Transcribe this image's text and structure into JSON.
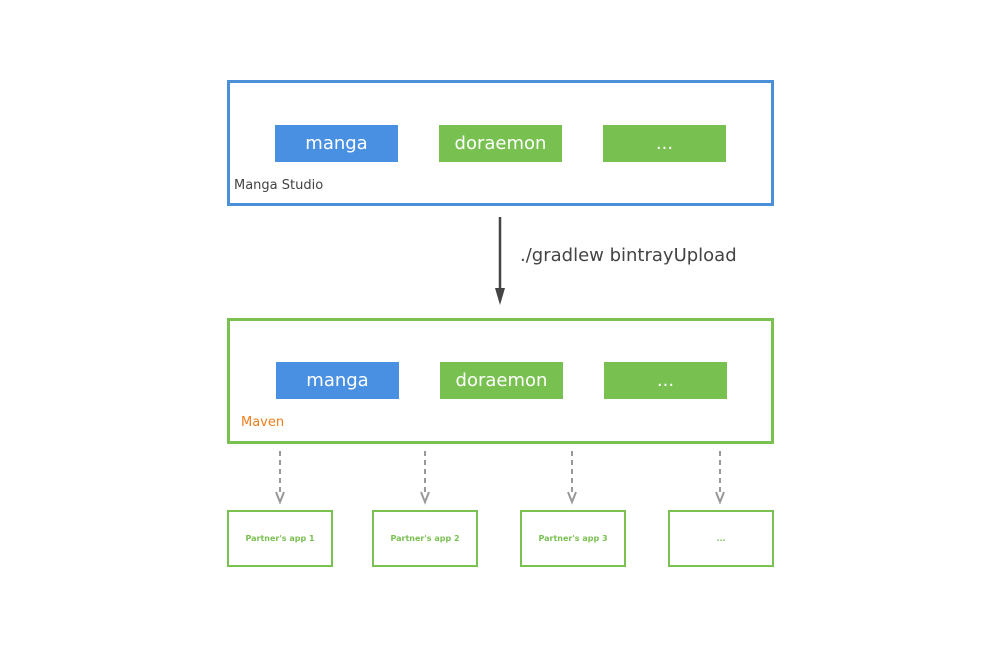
{
  "studio": {
    "label": "Manga Studio",
    "modules": [
      {
        "label": "manga",
        "color": "#4a90e2"
      },
      {
        "label": "doraemon",
        "color": "#78c150"
      },
      {
        "label": "...",
        "color": "#78c150"
      }
    ]
  },
  "command": {
    "label": "./gradlew bintrayUpload"
  },
  "maven": {
    "label": "Maven",
    "modules": [
      {
        "label": "manga",
        "color": "#4a90e2"
      },
      {
        "label": "doraemon",
        "color": "#78c150"
      },
      {
        "label": "...",
        "color": "#78c150"
      }
    ]
  },
  "partners": [
    {
      "label": "Partner's app 1"
    },
    {
      "label": "Partner's app 2"
    },
    {
      "label": "Partner's app 3"
    },
    {
      "label": "..."
    }
  ],
  "colors": {
    "studio_border": "#4a90d9",
    "maven_border": "#7ac152",
    "maven_label": "#f07d1b",
    "arrow": "#444444",
    "dashed_arrow": "#999999"
  }
}
